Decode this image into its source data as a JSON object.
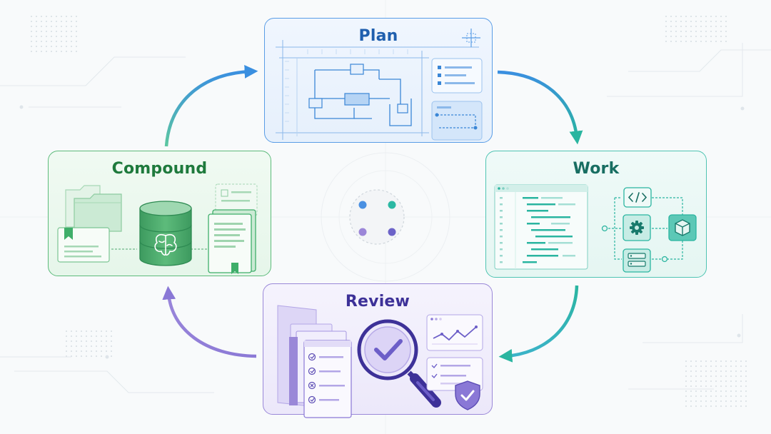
{
  "stages": {
    "plan": {
      "title": "Plan",
      "color": "#1f5fae"
    },
    "work": {
      "title": "Work",
      "color": "#186e62"
    },
    "review": {
      "title": "Review",
      "color": "#3d3198"
    },
    "compound": {
      "title": "Compound",
      "color": "#1e7a3c"
    }
  },
  "colors": {
    "plan_accent": "#3b8ee0",
    "work_accent": "#2ab5a0",
    "review_accent": "#8b79d6",
    "compound_accent": "#3fae6a",
    "hub_blue": "#4a90e2",
    "hub_teal": "#2bb8a3",
    "hub_purple": "#9b86d8",
    "hub_indigo": "#6c63c8"
  },
  "icons": {
    "plan": [
      "blueprint-icon",
      "crosshair-icon",
      "checklist-icon"
    ],
    "work": [
      "code-editor-icon",
      "code-tag-icon",
      "gear-icon",
      "cube-icon",
      "server-icon"
    ],
    "review": [
      "magnifier-check-icon",
      "line-chart-icon",
      "checklist-icon",
      "shield-check-icon"
    ],
    "compound": [
      "folder-icon",
      "database-brain-icon",
      "bookmark-card-icon",
      "book-icon"
    ]
  }
}
